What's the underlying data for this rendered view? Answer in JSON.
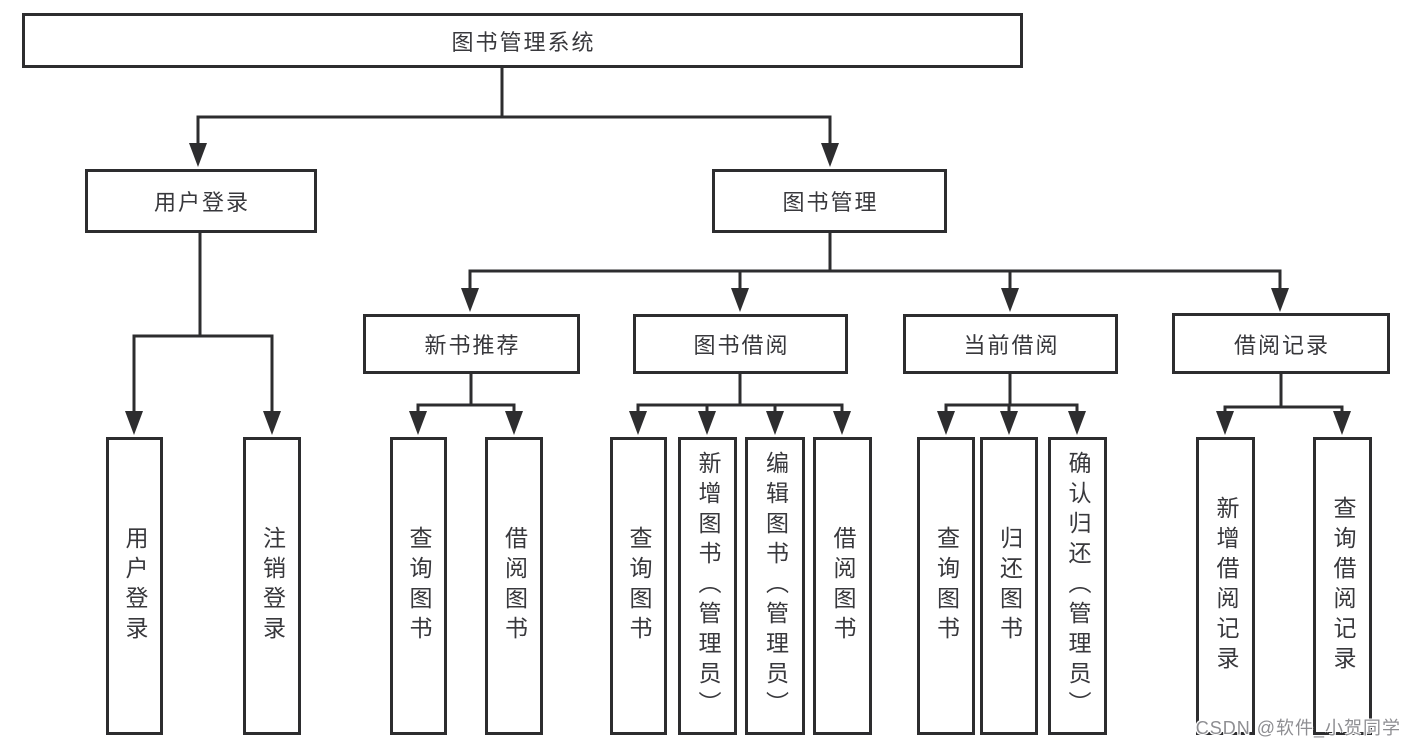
{
  "colors": {
    "line": "#2d2d2f",
    "text": "#38383c",
    "watermark_text": "#8e8e92",
    "background": "#ffffff"
  },
  "root": {
    "label": "图书管理系统"
  },
  "level2": {
    "user_login_group": {
      "label": "用户登录"
    },
    "book_management": {
      "label": "图书管理"
    }
  },
  "level3": {
    "new_book_recommend": {
      "label": "新书推荐"
    },
    "book_borrowing": {
      "label": "图书借阅"
    },
    "current_borrowing": {
      "label": "当前借阅"
    },
    "borrowing_records": {
      "label": "借阅记录"
    }
  },
  "leaves": {
    "user_login": {
      "label": "用户登录"
    },
    "logout": {
      "label": "注销登录"
    },
    "nbr_query_books": {
      "label": "查询图书"
    },
    "nbr_borrow_books": {
      "label": "借阅图书"
    },
    "bb_query_books": {
      "label": "查询图书"
    },
    "bb_add_books": {
      "label": "新增图书（管理员）"
    },
    "bb_edit_books": {
      "label": "编辑图书（管理员）"
    },
    "bb_borrow_books": {
      "label": "借阅图书"
    },
    "cb_query_books": {
      "label": "查询图书"
    },
    "cb_return_books": {
      "label": "归还图书"
    },
    "cb_confirm_return": {
      "label": "确认归还（管理员）"
    },
    "br_add_record": {
      "label": "新增借阅记录"
    },
    "br_query_record": {
      "label": "查询借阅记录"
    }
  },
  "watermark": {
    "text": "CSDN @软件_小贺同学"
  }
}
